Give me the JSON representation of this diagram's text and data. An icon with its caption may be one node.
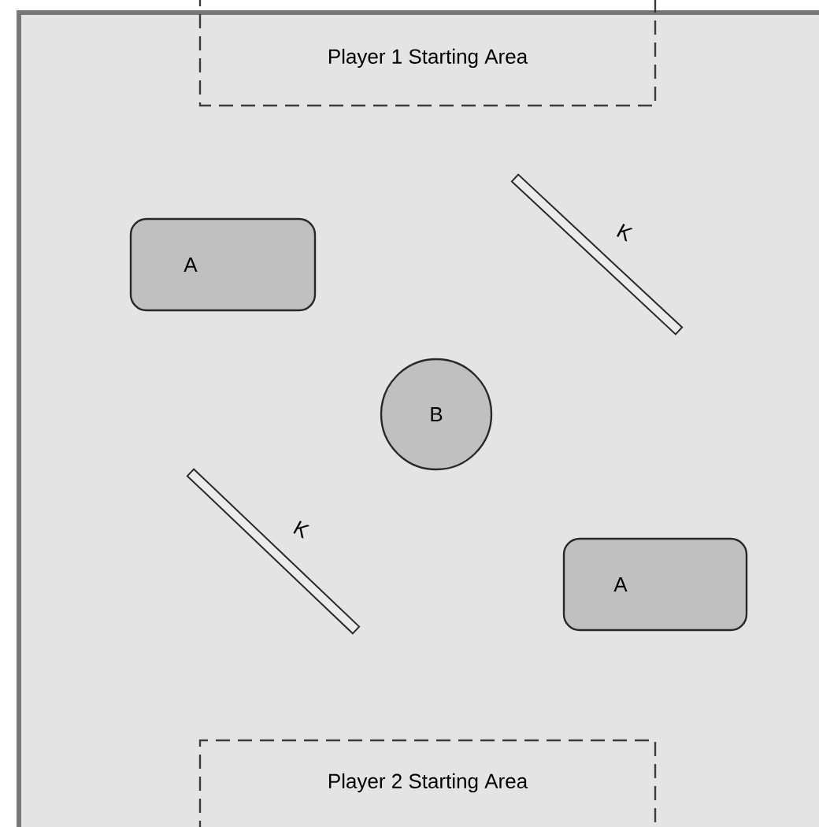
{
  "diagram": {
    "nodes": [
      {
        "text": [
          "Player 1 Starting Area"
        ]
      },
      {
        "text": [
          "A"
        ]
      },
      {
        "text": [],
        "shape": "bar",
        "beside": [
          "K"
        ]
      },
      {
        "text": [
          "B"
        ]
      },
      {
        "text": [],
        "shape": "bar",
        "beside": [
          "K"
        ]
      },
      {
        "text": [
          "A"
        ]
      },
      {
        "text": [
          "Player 2 Starting Area"
        ]
      }
    ]
  }
}
